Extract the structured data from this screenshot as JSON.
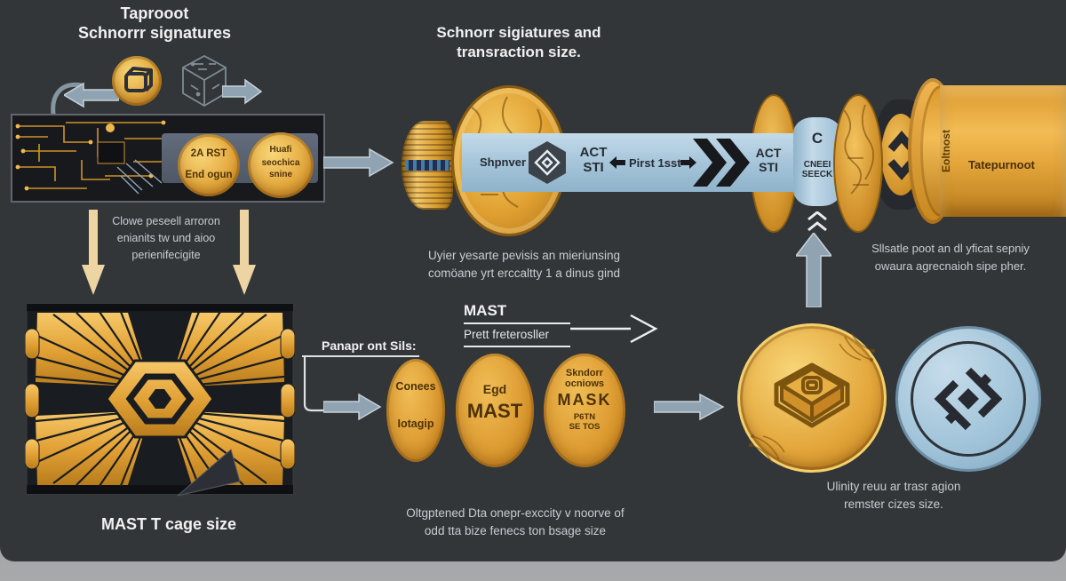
{
  "title": {
    "line1": "Taprooot",
    "line2": "Schnorrr signatures"
  },
  "subtitle": {
    "line1": "Schnorr sigiatures and",
    "line2": "transraction size."
  },
  "chip_panel": {
    "coin1": {
      "line1": "2A RST",
      "line2": "End ogun"
    },
    "coin2": {
      "line1": "Huafi",
      "line2": "seochica",
      "line3": "snine"
    }
  },
  "flow_note": {
    "line1": "Clowe peseell arroron",
    "line2": "enianits tw und aioo",
    "line3": "perienifecigite"
  },
  "pipe": {
    "sender": "Shpnver",
    "act1": {
      "line1": "ACT",
      "line2": "STI"
    },
    "first": "Pirst 1sst",
    "act2": {
      "line1": "ACT",
      "line2": "STI"
    },
    "c_label": "C",
    "check": {
      "line1": "CNEEI",
      "line2": "SEECK"
    }
  },
  "cylinder": {
    "side_label": "Eoltnost",
    "label": "Tatepurnoot"
  },
  "pipe_note": {
    "line1": "Uyier yesarte pevisis an mieriunsing",
    "line2": "comöane yrt erccaltty 1 a dinus gind"
  },
  "mast": {
    "title": "MAST",
    "subtitle": "Prett freterosller"
  },
  "parts_label": "Panapr ont Sils:",
  "coins": [
    {
      "line1": "Conees",
      "line2": "Iotagip"
    },
    {
      "line1": "Egd",
      "line2": "MAST"
    },
    {
      "line1": "Skndorr",
      "line2": "ocniows",
      "line3": "MASK",
      "line4": "P6TN",
      "line5": "SE TOS"
    }
  ],
  "coins_note": {
    "line1": "Oltgptened Dta onepr-exccity v noorve of",
    "line2": "odd tta bize fenecs ton bsage size"
  },
  "mast_caption": "MAST T cage size",
  "right_note": {
    "line1": "Sllsatle poot an dl yficat sepniy",
    "line2": "owaura agrecnaioh sipe pher."
  },
  "bottom_right_note": {
    "line1": "Ulinity reuu ar trasr agion",
    "line2": "remster cizes size."
  },
  "colors": {
    "background": "#333639",
    "gold": "#e2a63d",
    "steel_blue": "#a9c7db",
    "arrow_gray": "#8fa3b2",
    "tan_arrow": "#ecd5a2"
  }
}
